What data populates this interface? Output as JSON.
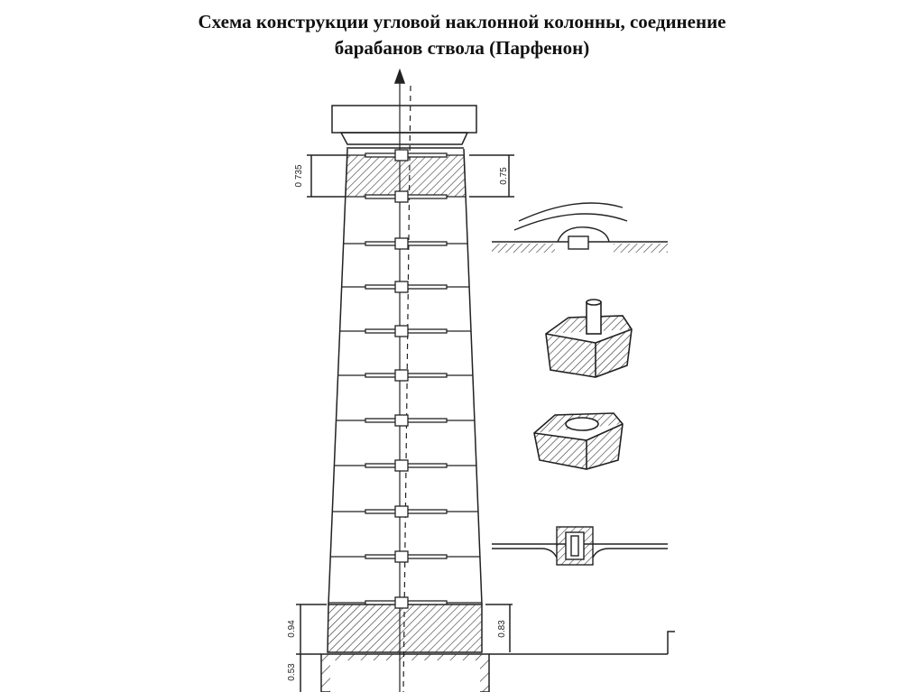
{
  "title": {
    "line1": "Схема конструкции угловой наклонной колонны, соединение",
    "line2": "барабанов ствола (Парфенон)"
  },
  "dimensions": {
    "top_left": "0 735",
    "top_right": "0.75",
    "bottom_left_upper": "0.94",
    "bottom_left_lower": "0.53",
    "bottom_right": "0.83"
  },
  "colors": {
    "line": "#222222",
    "background": "#ffffff"
  }
}
